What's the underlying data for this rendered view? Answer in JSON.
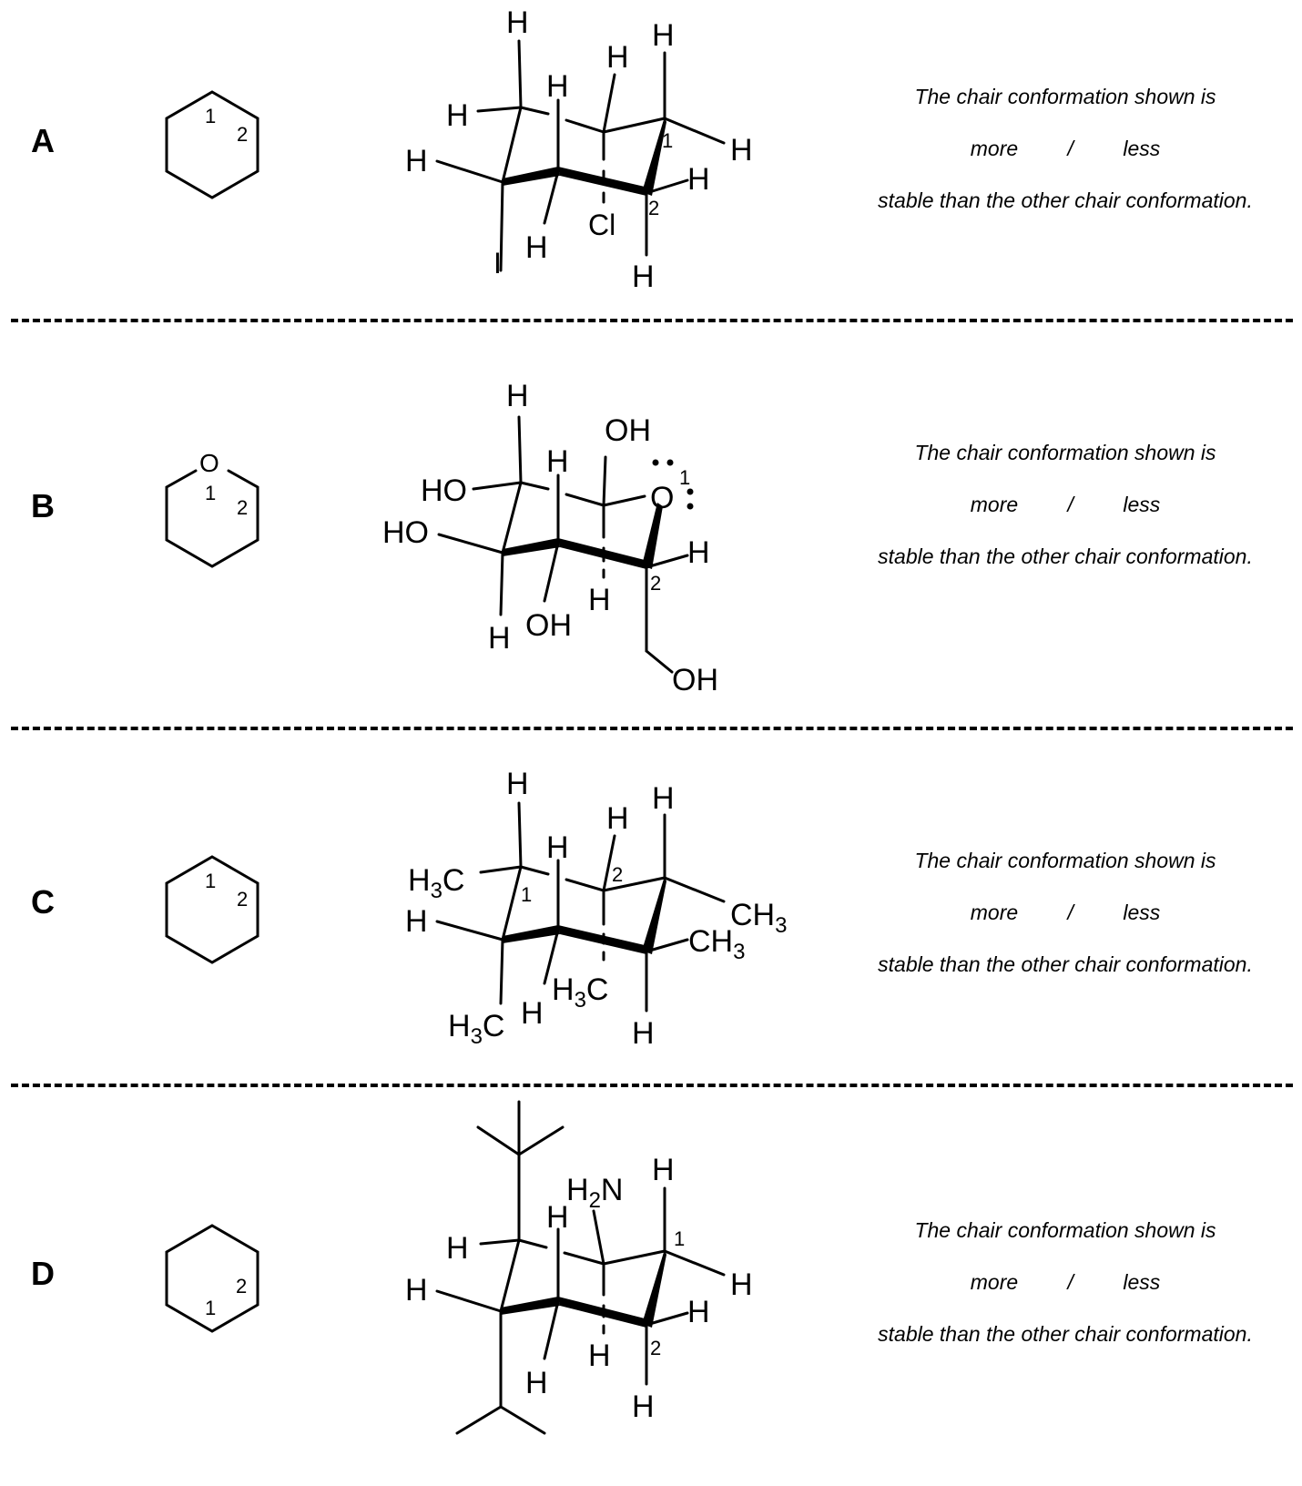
{
  "question": {
    "line1": "The chair conformation shown is",
    "more": "more",
    "slash": "/",
    "less": "less",
    "line3": "stable than the other chair conformation."
  },
  "rows": [
    {
      "label": "A",
      "ring_labels": [
        "1",
        "2"
      ],
      "chair": {
        "H_axial_top_left": "H",
        "H_axial_top_mid": "H",
        "H_eq_left1": "H",
        "H_eq_left2": "H",
        "H_top_back": "H",
        "H_top_right": "H",
        "H_right1": "H",
        "H_right2": "H",
        "H_bottom_mid": "H",
        "H_bottom_right": "H",
        "sub_bottom_left": "I",
        "sub_bottom_mid": "Cl",
        "num1": "1",
        "num2": "2"
      }
    },
    {
      "label": "B",
      "ring_labels": [
        "O",
        "1",
        "2"
      ],
      "chair": {
        "H_top": "H",
        "OH_top": "OH",
        "H_back": "H",
        "HO_1": "HO",
        "HO_2": "HO",
        "O_ring": "O",
        "num1": "1",
        "num2": "2",
        "H_right": "H",
        "H_bottom_mid": "H",
        "H_bottom_left": "H",
        "OH_bottom": "OH",
        "OH_ch2": "OH"
      }
    },
    {
      "label": "C",
      "ring_labels": [
        "1",
        "2"
      ],
      "chair": {
        "H_top_left": "H",
        "H_top_mid": "H",
        "H_back": "H",
        "H_top_right": "H",
        "H3C_left": "H",
        "H3C_left_sub": "3",
        "H3C_left_c": "C",
        "H_left": "H",
        "num1": "1",
        "num2": "2",
        "CH3_right_c": "CH",
        "CH3_right_sub": "3",
        "CH3_right2_c": "CH",
        "CH3_right2_sub": "3",
        "H3C_mid": "H",
        "H3C_mid_sub": "3",
        "H3C_mid_c": "C",
        "H3C_bottom": "H",
        "H3C_bottom_sub": "3",
        "H3C_bottom_c": "C",
        "H_bottom_left": "H",
        "H_bottom_right": "H"
      }
    },
    {
      "label": "D",
      "ring_labels": [
        "1",
        "2"
      ],
      "chair": {
        "H2N_h": "H",
        "H2N_sub": "2",
        "H2N_n": "N",
        "H_top_right": "H",
        "H_back": "H",
        "H_eq_left1": "H",
        "H_eq_left2": "H",
        "num1": "1",
        "num2": "2",
        "H_right1": "H",
        "H_right2": "H",
        "H_bottom_mid": "H",
        "H_bottom_left": "H",
        "H_bottom_right": "H"
      }
    }
  ]
}
